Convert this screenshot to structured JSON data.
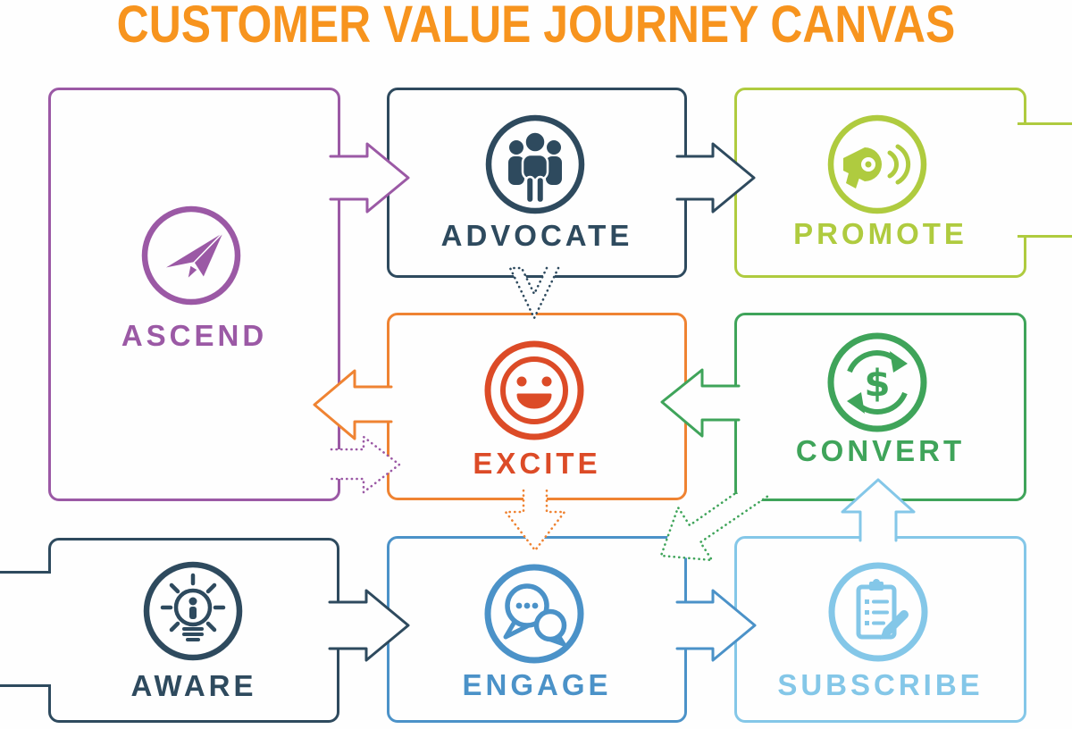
{
  "title": "CUSTOMER VALUE JOURNEY CANVAS",
  "title_color": "#F7941E",
  "stages": [
    {
      "id": "ascend",
      "label": "ASCEND",
      "color": "#9B59A5",
      "icon": "paper-plane-icon"
    },
    {
      "id": "advocate",
      "label": "ADVOCATE",
      "color": "#2E4A5E",
      "icon": "people-group-icon"
    },
    {
      "id": "promote",
      "label": "PROMOTE",
      "color": "#AFCB3F",
      "icon": "megaphone-icon"
    },
    {
      "id": "excite",
      "label": "EXCITE",
      "color": "#EF8332",
      "icon_color": "#DC4B27",
      "icon": "smiley-face-icon"
    },
    {
      "id": "convert",
      "label": "CONVERT",
      "color": "#3FA45A",
      "icon": "dollar-cycle-icon",
      "icon_glyph": "$"
    },
    {
      "id": "aware",
      "label": "AWARE",
      "color": "#2E4A5E",
      "icon": "lightbulb-person-icon"
    },
    {
      "id": "engage",
      "label": "ENGAGE",
      "color": "#4B92C8",
      "icon": "chat-bubbles-icon"
    },
    {
      "id": "subscribe",
      "label": "SUBSCRIBE",
      "color": "#84C7E8",
      "icon": "clipboard-pen-icon"
    }
  ],
  "arrows": [
    {
      "from": "AWARE",
      "to": "ENGAGE",
      "style": "solid",
      "color": "#2E4A5E"
    },
    {
      "from": "ENGAGE",
      "to": "SUBSCRIBE",
      "style": "solid",
      "color": "#4B92C8"
    },
    {
      "from": "SUBSCRIBE",
      "to": "CONVERT",
      "style": "solid",
      "color": "#84C7E8"
    },
    {
      "from": "CONVERT",
      "to": "EXCITE",
      "style": "solid",
      "color": "#3FA45A"
    },
    {
      "from": "EXCITE",
      "to": "ASCEND",
      "style": "solid",
      "color": "#EF8332"
    },
    {
      "from": "ASCEND",
      "to": "ADVOCATE",
      "style": "solid",
      "color": "#9B59A5"
    },
    {
      "from": "ADVOCATE",
      "to": "PROMOTE",
      "style": "solid",
      "color": "#2E4A5E"
    },
    {
      "from": "ADVOCATE",
      "to": "EXCITE",
      "style": "dotted",
      "color": "#2E4A5E"
    },
    {
      "from": "EXCITE",
      "to": "ENGAGE",
      "style": "dotted",
      "color": "#EF8332"
    },
    {
      "from": "ASCEND",
      "to": "EXCITE",
      "style": "dotted",
      "color": "#9B59A5"
    },
    {
      "from": "CONVERT",
      "to": "ENGAGE",
      "style": "dotted",
      "color": "#3FA45A"
    }
  ],
  "edge_tabs": [
    "PROMOTE right edge",
    "AWARE left edge"
  ]
}
